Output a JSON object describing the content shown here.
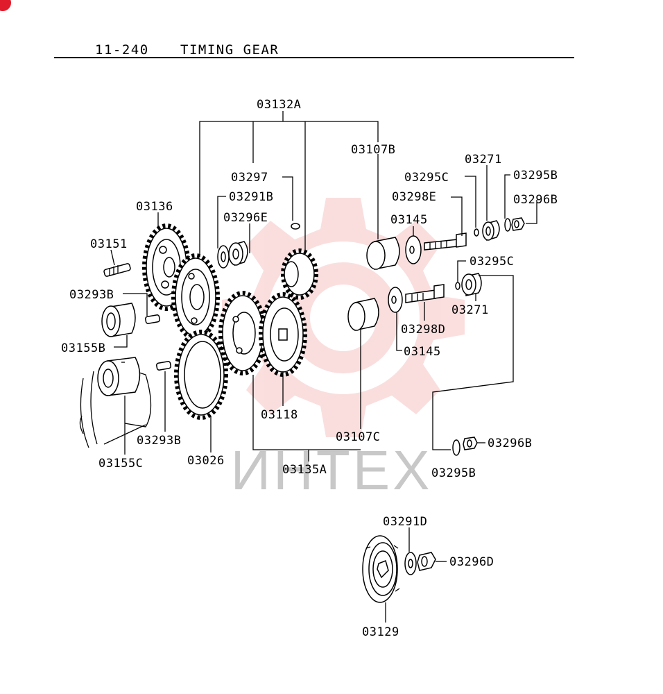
{
  "header": {
    "section": "11-240",
    "title": "TIMING GEAR"
  },
  "watermark": {
    "text": "ИНТЕХ",
    "color": "#f7c4c4"
  },
  "corner_badge": {
    "color": "#e01b2b"
  },
  "parts": {
    "p03132A": "03132A",
    "p03107B": "03107B",
    "p03297": "03297",
    "p03271_top": "03271",
    "p03295C_top": "03295C",
    "p03295B_top": "03295B",
    "p03291B": "03291B",
    "p03298E": "03298E",
    "p03296B_top": "03296B",
    "p03136": "03136",
    "p03296E": "03296E",
    "p03145_top": "03145",
    "p03151": "03151",
    "p03295C_mid": "03295C",
    "p03293B_top": "03293B",
    "p03271_mid": "03271",
    "p03298D": "03298D",
    "p03155B": "03155B",
    "p03145_mid": "03145",
    "p03118": "03118",
    "p03107C": "03107C",
    "p03293B_bot": "03293B",
    "p03296B_bot": "03296B",
    "p03155C": "03155C",
    "p03026": "03026",
    "p03135A": "03135A",
    "p03295B_bot": "03295B",
    "p03291D": "03291D",
    "p03296D": "03296D",
    "p03129": "03129"
  }
}
